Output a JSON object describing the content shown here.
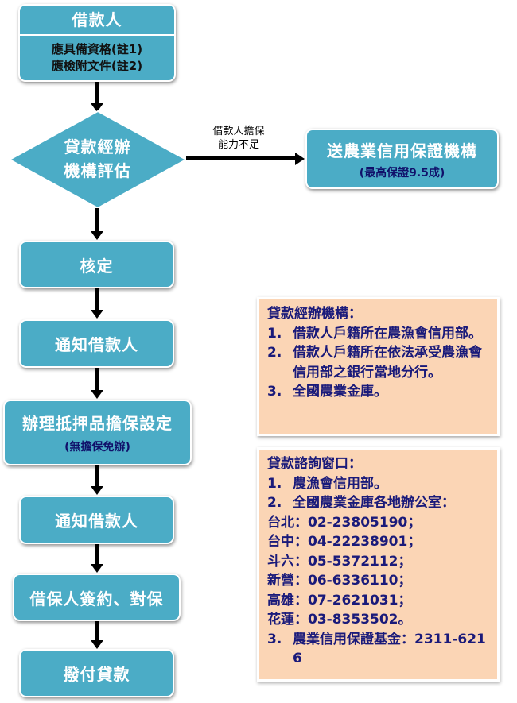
{
  "borrower_box": {
    "title": "借款人",
    "line1": "應具備資格(註1)",
    "line2": "應檢附文件(註2)"
  },
  "evaluation": {
    "line1": "貸款經辦",
    "line2": "機構評估"
  },
  "branch_label": {
    "line1": "借款人擔保",
    "line2": "能力不足"
  },
  "guarantee_box": {
    "title": "送農業信用保證機構",
    "subtitle": "(最高保證9.5成)"
  },
  "steps": {
    "approve": "核定",
    "notify1": "通知借款人",
    "collateral": "辦理抵押品擔保設定",
    "collateral_note": "(無擔保免辦)",
    "notify2": "通知借款人",
    "sign": "借保人簽約、對保",
    "disburse": "撥付貸款"
  },
  "institutions": {
    "title": "貸款經辦機構：",
    "items": [
      {
        "n": "1.",
        "text": "借款人戶籍所在農漁會信用部。"
      },
      {
        "n": "2.",
        "text": "借款人戶籍所在依法承受農漁會信用部之銀行當地分行。"
      },
      {
        "n": "3.",
        "text": "全國農業金庫。"
      }
    ]
  },
  "contacts": {
    "title": "貸款諮詢窗口：",
    "item1": {
      "n": "1.",
      "text": "農漁會信用部。"
    },
    "item2": {
      "n": "2.",
      "text": "全國農業金庫各地辦公室："
    },
    "offices": [
      "台北：02-23805190；",
      "台中：04-22238901；",
      "斗六：05-5372112；",
      "新營：06-6336110；",
      "高雄：07-2621031；",
      "花蓮：03-8353502。"
    ],
    "item3": {
      "n": "3.",
      "text": "農業信用保證基金：2311-6216"
    }
  }
}
